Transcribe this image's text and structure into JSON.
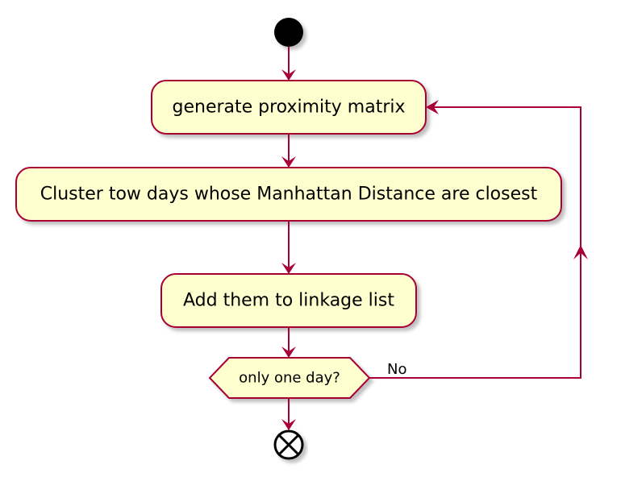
{
  "diagram": {
    "activities": [
      {
        "id": "generate",
        "label": "generate proximity matrix"
      },
      {
        "id": "cluster",
        "label": "Cluster tow days whose Manhattan Distance are closest"
      },
      {
        "id": "add",
        "label": "Add them to linkage list"
      }
    ],
    "decision": {
      "label": "only one day?",
      "branch_no": "No"
    },
    "colors": {
      "node_fill": "#FEFECE",
      "border": "#A80036",
      "start": "#000000",
      "shadow": "#C8C8C8"
    }
  }
}
